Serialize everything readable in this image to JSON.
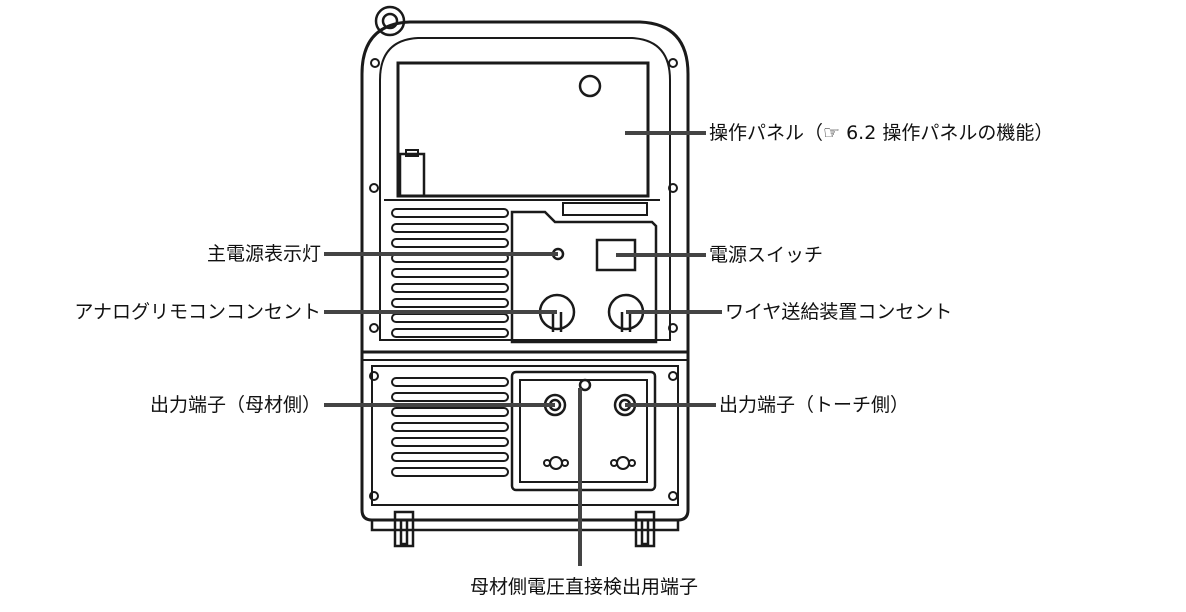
{
  "labels": {
    "operation_panel": "操作パネル（☞ 6.2 操作パネルの機能）",
    "power_switch": "電源スイッチ",
    "wire_feeder_outlet": "ワイヤ送給装置コンセント",
    "output_torch": "出力端子（トーチ側）",
    "main_power_lamp": "主電源表示灯",
    "analog_remote_outlet": "アナログリモコンコンセント",
    "output_base": "出力端子（母材側）",
    "base_voltage_terminal": "母材側電圧直接検出用端子"
  },
  "icons": {
    "reference_marker": "pointing-hand-icon"
  }
}
